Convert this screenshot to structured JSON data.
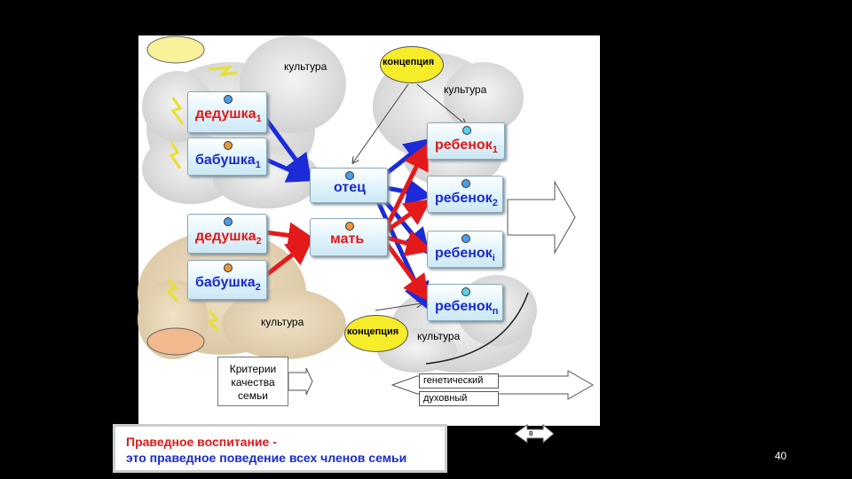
{
  "nodes": {
    "grandpa1": {
      "base": "дедушка",
      "sub": "1"
    },
    "grandma1": {
      "base": "бабушка",
      "sub": "1"
    },
    "grandpa2": {
      "base": "дедушка",
      "sub": "2"
    },
    "grandma2": {
      "base": "бабушка",
      "sub": "2"
    },
    "father": "отец",
    "mother": "мать",
    "child1": {
      "base": "ребенок",
      "sub": "1"
    },
    "child2": {
      "base": "ребенок",
      "sub": "2"
    },
    "childi": {
      "base": "ребенок",
      "sub": "i"
    },
    "childn": {
      "base": "ребенок",
      "sub": "n"
    }
  },
  "labels": {
    "culture_top": "культура",
    "culture_right": "культура",
    "culture_bottom": "культура",
    "culture_bottom_right": "культура",
    "concept_top": "концепция",
    "concept_bottom": "концепция"
  },
  "criteria": {
    "text_line1": "Критерии",
    "text_line2": "качества",
    "text_line3": "семьи",
    "genetic": "генетический",
    "spiritual": "духовный"
  },
  "banner": {
    "line1": "Праведное воспитание -",
    "line2": "это праведное поведение всех членов семьи"
  },
  "small_arrow_label": "в",
  "page_number": "40",
  "colors": {
    "blue_arrow": "#1c2bd8",
    "red_arrow": "#e41a1a",
    "blue_text": "#1a2ad0",
    "red_text": "#e01818"
  }
}
